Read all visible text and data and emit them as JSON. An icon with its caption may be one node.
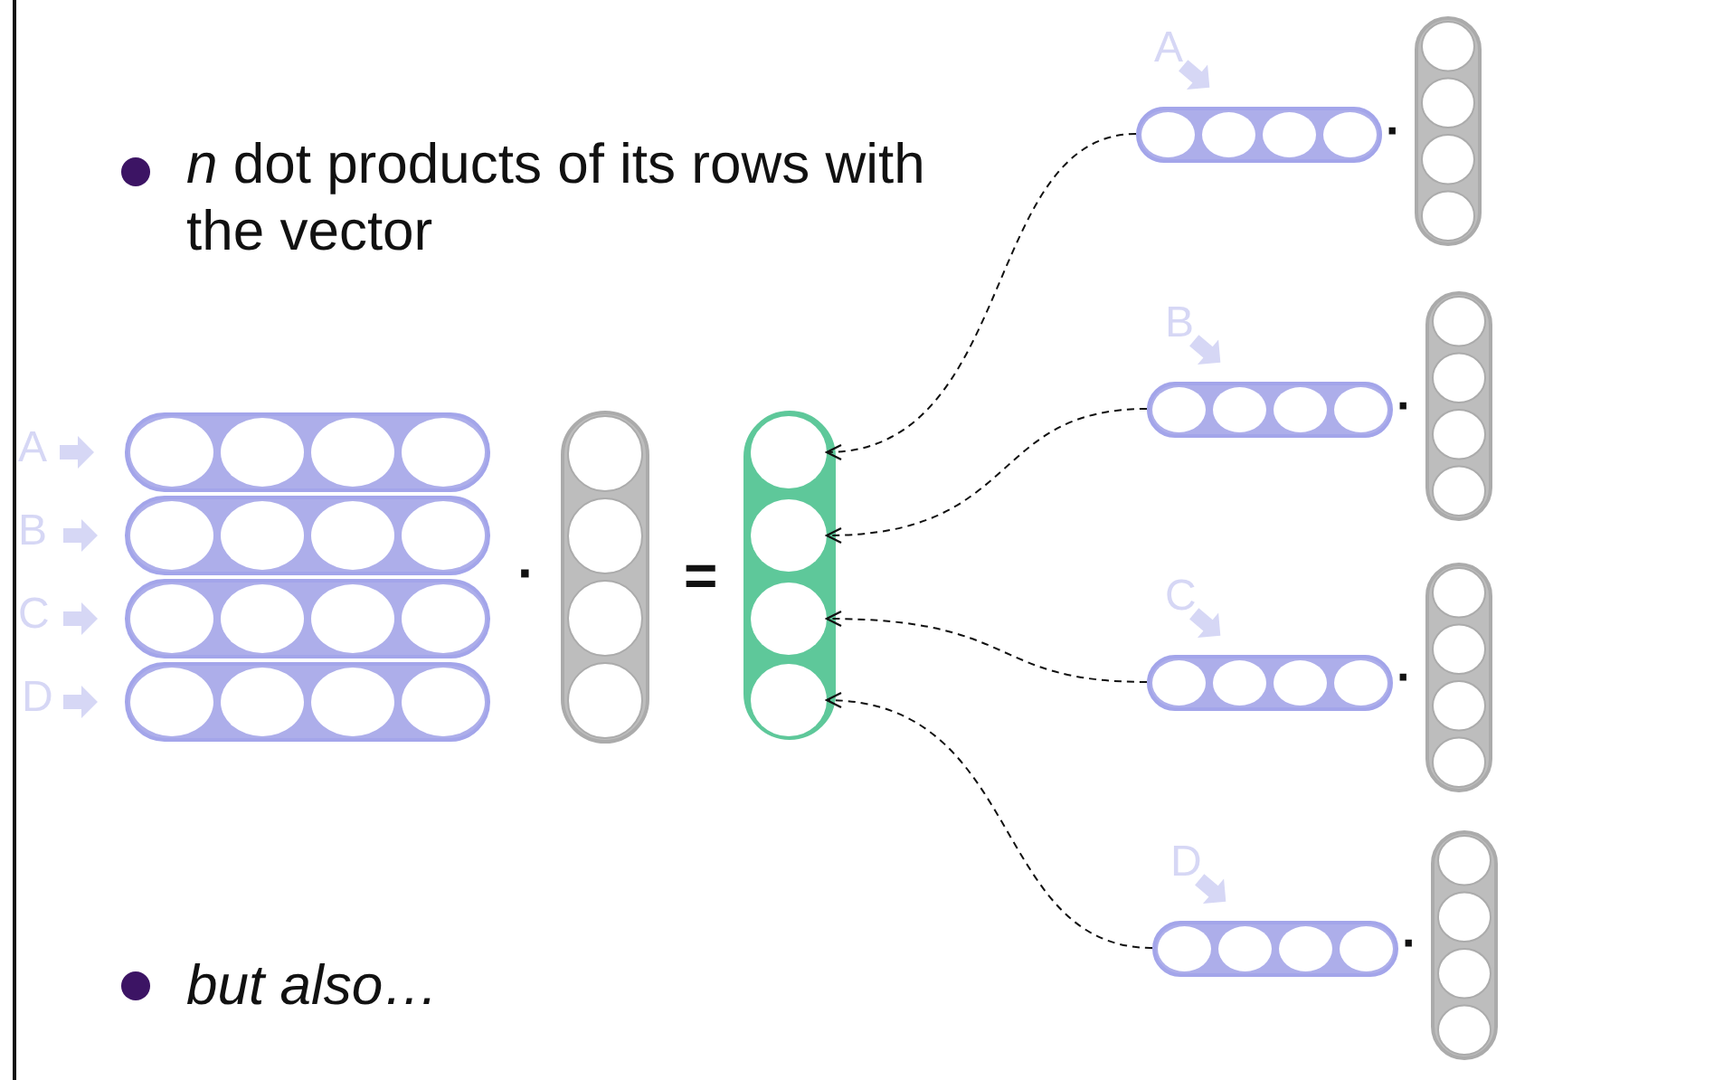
{
  "diagram": {
    "nodes": [
      {
        "text": [],
        "shape": "circle"
      },
      {
        "text": [],
        "shape": "circle"
      },
      {
        "text": [],
        "shape": "circle"
      },
      {
        "text": [],
        "shape": "circle"
      },
      {
        "text": [
          "A"
        ]
      },
      {
        "text": [
          "B"
        ]
      },
      {
        "text": [
          "C"
        ]
      },
      {
        "text": [
          "D"
        ]
      }
    ],
    "edges": [
      {
        "from": 4,
        "to": 0,
        "arrow": "to",
        "style": "dashed"
      },
      {
        "from": 5,
        "to": 1,
        "arrow": "to",
        "style": "dashed"
      },
      {
        "from": 6,
        "to": 2,
        "arrow": "to",
        "style": "dashed"
      },
      {
        "from": 7,
        "to": 3,
        "arrow": "to",
        "style": "dashed"
      }
    ],
    "labels": [
      "*n* dot products of its rows with the vector",
      "A",
      "B",
      "C",
      "D",
      "·",
      "=",
      "·",
      "·",
      "·",
      "·",
      "but also…"
    ]
  }
}
